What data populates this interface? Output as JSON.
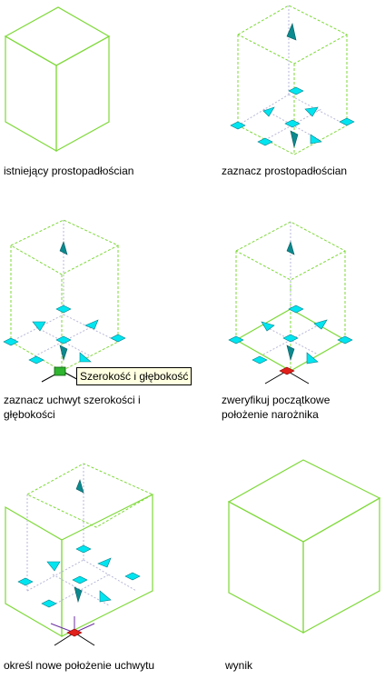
{
  "panels": [
    {
      "caption": "istniejący prostopadłościan"
    },
    {
      "caption": "zaznacz prostopadłościan"
    },
    {
      "caption": "zaznacz uchwyt szerokości i głębokości",
      "tooltip": "Szerokość i głębokość"
    },
    {
      "caption": "zweryfikuj początkowe położenie narożnika"
    },
    {
      "caption": "określ nowe położenie uchwytu"
    },
    {
      "caption": "wynik"
    }
  ],
  "colors": {
    "edge": "#7fd93a",
    "grip": "#00e5f0",
    "grip_dark": "#0b8a8f",
    "hot_grip": "#e0201a",
    "tooltip_bg": "#ffffe1"
  }
}
